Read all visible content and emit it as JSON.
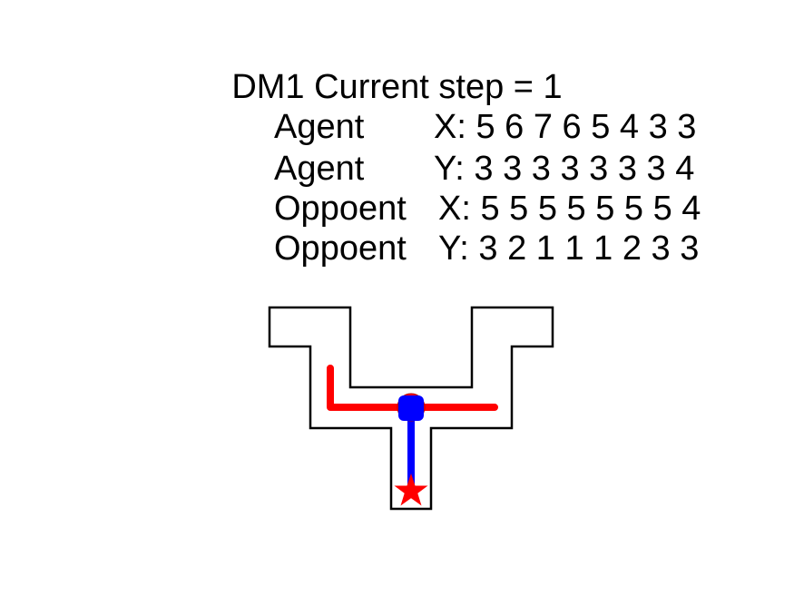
{
  "title": "DM1 Current step = 1",
  "rows": [
    {
      "label": "Agent",
      "axis": "X:",
      "values": "5  6  7  6  5  4  3  3"
    },
    {
      "label": "Agent",
      "axis": "Y:",
      "values": "3  3  3  3  3  3  3  4"
    },
    {
      "label": "Oppoent",
      "axis": "X:",
      "values": "5  5  5  5  5  5  5  4"
    },
    {
      "label": "Oppoent",
      "axis": "Y:",
      "values": "3  2  1  1  1  2  3  3"
    }
  ],
  "colors": {
    "agent_path": "#ff0000",
    "opponent_path": "#0000ff",
    "agent_marker": "#ff0000",
    "opponent_marker": "#0000ff",
    "goal_star": "#ff0000",
    "walls": "#000000"
  },
  "markers": {
    "goal": "star-icon",
    "agent": "circle-marker",
    "opponent": "square-marker"
  }
}
